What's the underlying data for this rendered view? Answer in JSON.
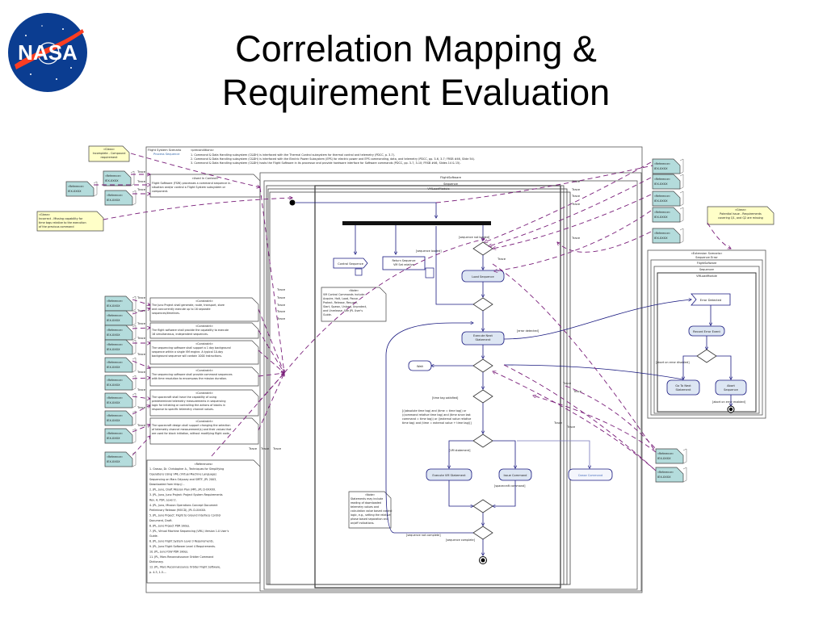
{
  "slide": {
    "title_line1": "Correlation Mapping &",
    "title_line2": "Requirement Evaluation",
    "logo_text": "NASA"
  },
  "colors": {
    "note_yellow": "#ffffc8",
    "reference_teal": "#b4dcdc",
    "trace_purple": "#7a1f7a",
    "flow_navy": "#1a1a80",
    "activity_fill": "#dde6f3"
  },
  "diagram": {
    "glean_top": [
      "«Glean»",
      "Incomplete - Compound",
      "requirement"
    ],
    "glean_left": [
      "«Glean»",
      "Incorrect - Missing capability for",
      "time tags relative to the execution",
      "of the previous command"
    ],
    "glean_right": [
      "«Glean»",
      "Potential Issue - Requirements",
      "covering Q1, and Q2 are missing"
    ],
    "ref_label": "«Reference»",
    "ref_codes": [
      "IEX-XXXX",
      "IEX-XXXX",
      "IEX-XXXX",
      "IEX-XXXX",
      "IEX-XXXX",
      "IEX-XXXX",
      "IEX-XXXX",
      "IEX-XXXX",
      "IEX-XXXX",
      "IEX-XXXX",
      "IEX-XXXX",
      "IEX-XXXX",
      "IEX-XXXX",
      "IEX-XXXX",
      "IEX-XXXX",
      "IEX-XXXX",
      "IEX-XXXX",
      "IEX-XXXX",
      "IEX-XXXX",
      "IEX-XXXX",
      "IEX-XXXX"
    ],
    "trace": "Trace",
    "header_block": {
      "title": "Flight System Scenario",
      "subtitle": "Process Sequence",
      "preconditions_label": "«preconditions»",
      "preconditions": [
        "1. Command & Data Handling subsystem (C&DH) is interfaced with the Thermal Control subsystem for thermal control and telemetry (PDCC, p. 3-7).",
        "2. Command & Data Handling subsystem (C&DH) is interfaced with the Electric Power Subsystem (EPS) for electric power and EPS commanding, data, and telemetry (PDCC, pp. 3-6, 3-7; FRSB #46, Slide 54).",
        "3. Command & Data Handling subsystem (C&DH) hosts the Flight Software in its processor and provide hardware interface for Software commands (PDCC, pp. 3-7, 3-10; FRSB #46, Slides 14 & 15)."
      ]
    },
    "used_in_context": {
      "label": "«Used In Context»",
      "text": [
        "Flight Software (FSW) processes a command sequence in-",
        "situation and/or control a Flight System subsystem or",
        "component."
      ]
    },
    "constraints": [
      {
        "label": "«Constraint»",
        "text": [
          "The Juno Project shall generate, route, transport, store",
          "and concurrently execute up to 16 separate",
          "sequences/timelines."
        ]
      },
      {
        "label": "«Constraint»",
        "text": [
          "The flight software shall provide the capability to execute",
          "16 simultaneous, independent sequences."
        ]
      },
      {
        "label": "«Constraint»",
        "text": [
          "The sequencing software shall support a 1 day background",
          "sequence within a single VM engine.  A typical 10-day",
          "background sequence will contain 1000 instructions."
        ]
      },
      {
        "label": "«Constraint»",
        "text": [
          "The sequencing software shall provide command sequences",
          "with time resolution to encompass the mission duration."
        ]
      },
      {
        "label": "«Constraint»",
        "text": [
          "The spacecraft shall have the capability of using",
          "predetermined telemetry measurements in sequencing",
          "logic for initiating or controlling the actions of blocks in",
          "response to specific telemetry channel values."
        ]
      },
      {
        "label": "«Constraint»",
        "text": [
          "The spacecraft design shall support changing the selection",
          "of telemetry channel measurement(s) and their values that",
          "are used for block initiation, without modifying flight code."
        ]
      }
    ],
    "references_box": {
      "label": "«References»",
      "lines": [
        "1. Grasso, Dr. Christopher A., Techniques for Simplifying",
        "Operations Using VML (Virtual Machine Language)",
        "Sequencing on Mars Odyssey and SIRTF, JPL 2003,",
        "Downloaded from http://...",
        "2. JPL, Juno, Draft Mission Plan (MP), JPL D-XXXXX.",
        "3. JPL, Juno, Juno Project: Project System Requirements",
        "Rev. A, PSR, Level 2.",
        "4. JPL, Juno, Mission Operations Concept Document",
        "Preliminary Release (MOCD), JPL D-XXXXX.",
        "5. JPL, Juno Project: Flight to Ground Interface Control",
        "Document, Draft.",
        "6. JPL, Juno Project PDR Slides.",
        "7. JPL, Virtual Machine Sequencing (VML) Version 1.0 User's",
        "Guide.",
        "8. JPL, Juno Flight System Level 3 Requirements.",
        "9. JPL, Juno Flight Software Level 4 Requirements.",
        "10. JPL, Juno FSW PDR Slides.",
        "11. JPL, Mars Reconnaissance Orbiter Command",
        "Dictionary.",
        "12. JPL, Mars Reconnaissance Orbiter Flight Software,",
        "p. 4-3, 1-5...."
      ]
    },
    "frame_outer_1": "FlightSoftware",
    "frame_outer_2": "Sequence",
    "frame_inner": "VMLoadModule",
    "fork_note": {
      "label": "«Note»",
      "text": [
        "VM Control Commands include:",
        "Acquire, Halt, Load, Pause,",
        "Protect, Release, Resume,",
        "Start, Spawn, Unload, Unprotect,",
        "and Unrelease.  See JPL User's",
        "Guide."
      ]
    },
    "note_bottom": {
      "label": "«Note»",
      "text": [
        "Statements may include",
        "reading of downloaded",
        "telemetry values and",
        "calculation value based control",
        "logic, e.g., setting the relative",
        "phase based separation and",
        "on/off indications."
      ]
    },
    "nodes": {
      "control_sequence": "Control Sequence",
      "return_sequence": [
        "Return Sequence",
        "VM Set relative"
      ],
      "load_sequence": "Load Sequence",
      "execute_next": [
        "Execute Next",
        "Statement"
      ],
      "wait": "Wait",
      "execute_vm": "Execute VM Statement",
      "issue_command": "Issue Command",
      "cease_command": "Cease Command",
      "error_detected": "Error Detected",
      "record_error": "Record Error Event",
      "go_to_next": [
        "Go To Next",
        "Statement"
      ],
      "abort_sequence": [
        "Abort",
        "Sequence"
      ]
    },
    "guards": {
      "seq_loaded": "[sequence loaded]",
      "seq_not_loaded": "[sequence not loaded]",
      "error_detected": "[error detected]",
      "time_tag_satisfied": "[time tag satisfied]",
      "time_tag_condition": [
        "[((absolute time tag) and (time = time tag)) or",
        "((command relative time tag) and (time since last",
        "command = time tag)) or ((external value relative",
        "time tag) and (time = external value + time tag))]"
      ],
      "vm_statement": "[VM statement]",
      "spacecraft_command": "[spacecraft command]",
      "seq_not_complete": "[sequence not complete]",
      "seq_complete": "[sequence complete]",
      "abort_not_enabled": "[abort on error disabled]",
      "abort_enabled": "[abort on error enabled]"
    },
    "error_frame": {
      "title": [
        "«Extension Scenario»",
        "Sequence Error"
      ],
      "sub1": "FlightSoftware",
      "sub2": "Sequencer",
      "sub3": "VMLoadModule"
    }
  }
}
